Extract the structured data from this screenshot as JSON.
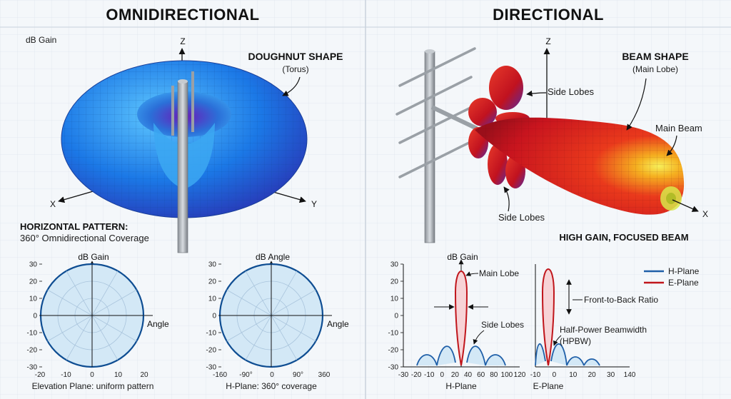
{
  "left": {
    "title": "OMNIDIRECTIONAL",
    "db_gain": "dB Gain",
    "axis_z": "Z",
    "axis_x": "X",
    "axis_y": "Y",
    "shape_title": "DOUGHNUT SHAPE",
    "shape_sub": "(Torus)",
    "pattern_title": "HORIZONTAL PATTERN:",
    "pattern_sub": "360° Omnidirectional Coverage",
    "plot1": {
      "ylabel": "dB Gain",
      "xlabel": "Angle",
      "yticks": [
        "30",
        "20",
        "10",
        "0",
        "-10",
        "-20",
        "-30"
      ],
      "xticks": [
        "-20",
        "-10",
        "0",
        "10",
        "20"
      ],
      "caption": "Elevation Plane: uniform pattern"
    },
    "plot2": {
      "ylabel": "dB Angle",
      "xlabel": "Angle",
      "yticks": [
        "30",
        "20",
        "10",
        "0",
        "-10",
        "-20",
        "-30"
      ],
      "xticks": [
        "-160",
        "-90°",
        "0",
        "90°",
        "360"
      ],
      "caption": "H-Plane: 360° coverage"
    }
  },
  "right": {
    "title": "DIRECTIONAL",
    "axis_z": "Z",
    "axis_x": "X",
    "beam_title": "BEAM SHAPE",
    "beam_sub": "(Main Lobe)",
    "side_lobes_top": "Side Lobes",
    "side_lobes_bottom": "Side Lobes",
    "main_beam": "Main Beam",
    "high_gain": "HIGH GAIN, FOCUSED BEAM",
    "plot3": {
      "ylabel": "dB Gain",
      "yticks": [
        "30",
        "20",
        "10",
        "0",
        "-10",
        "-20",
        "-30"
      ],
      "xticks": [
        "-30",
        "-20",
        "-10",
        "0",
        "20",
        "40",
        "60",
        "80",
        "100",
        "120"
      ],
      "caption": "H-Plane",
      "main_lobe": "Main Lobe",
      "side_lobes": "Side Lobes"
    },
    "plot4": {
      "xticks": [
        "-10",
        "0",
        "10",
        "20",
        "30",
        "140"
      ],
      "caption": "E-Plane",
      "front_to_back": "Front-to-Back Ratio",
      "hpbw_1": "Half-Power Beamwidth",
      "hpbw_2": "(HPBW)"
    },
    "legend": [
      {
        "name": "H-Plane",
        "color": "#1f5fa8"
      },
      {
        "name": "E-Plane",
        "color": "#c0161c"
      }
    ]
  }
}
